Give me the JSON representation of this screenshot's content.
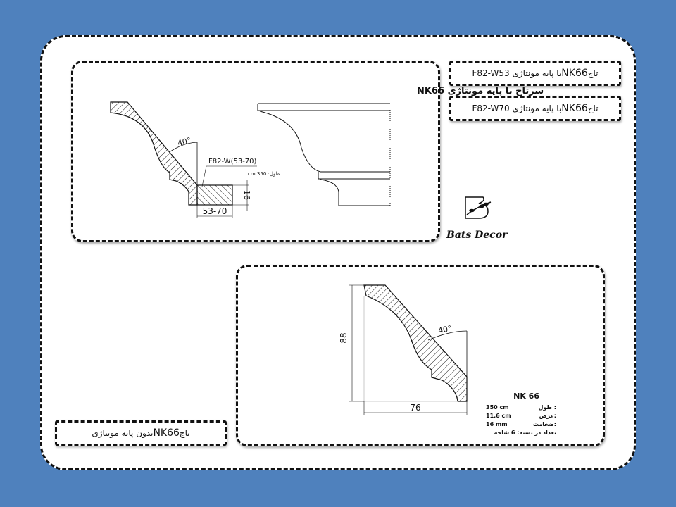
{
  "labels": {
    "w53": {
      "prefix": "تاج ",
      "code": "NK66",
      "suffix": "با پایه مونتاژی F82-W53"
    },
    "w70": {
      "prefix": "تاج ",
      "code": "NK66",
      "suffix": "با پایه مونتاژی F82-W70"
    },
    "plain": {
      "prefix": "تاج ",
      "code": "NK66",
      "suffix": "بدون پایه مونتاژی"
    }
  },
  "top_drawing": {
    "title": "سرتاج با پایه مونتاژی NK66",
    "angle": "40°",
    "base_code": "F82-W(53-70)",
    "length": "طول: 350 cm",
    "height_dim": "16",
    "width_dim": "53-70"
  },
  "bottom_drawing": {
    "angle": "40°",
    "height_dim": "88",
    "width_dim": "76",
    "model": "NK 66",
    "specs": [
      {
        "label": "طول :",
        "value": "350 cm"
      },
      {
        "label": "عرض:",
        "value": "11.6 cm"
      },
      {
        "label": "ضخامت:",
        "value": "16 mm"
      }
    ],
    "package": "تعداد در بسته: 6 شاخه"
  },
  "logo": {
    "text": "Bats Decor"
  },
  "colors": {
    "background": "#4f81bd",
    "ink": "#111111"
  }
}
